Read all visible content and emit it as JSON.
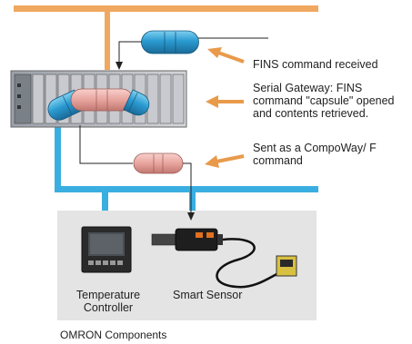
{
  "labels": {
    "fins_received": "FINS command received",
    "gateway": "Serial Gateway: FINS command \"capsule\" opened and contents retrieved.",
    "compoway": "Sent as a CompoWay/ F command",
    "temperature_controller": "Temperature Controller",
    "smart_sensor": "Smart Sensor",
    "omron_components": "OMRON Components"
  },
  "colors": {
    "bus_orange": "#f0a860",
    "bus_blue": "#3aaee0",
    "capsule_blue": "#2a8fc0",
    "capsule_pink": "#e8a0a0",
    "arrow_orange": "#e89a4a",
    "panel_gray": "#e4e4e4"
  }
}
